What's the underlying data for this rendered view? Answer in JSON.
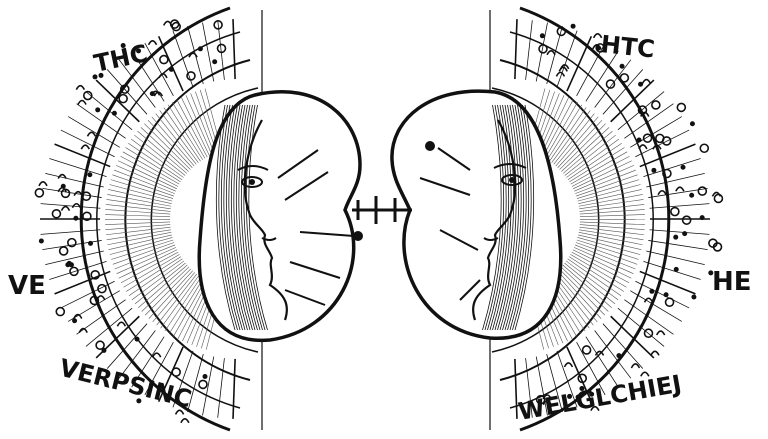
{
  "labels": {
    "left_top": "THC",
    "left_mid": "VE",
    "left_bottom": "VERPSINC",
    "right_top": "HTC",
    "right_mid": "HE",
    "right_bottom": "WELGLCHIEJ",
    "center_glyph": "H"
  },
  "palette": {
    "ink": "#111111",
    "paper": "#ffffff",
    "hatch": "#555555"
  }
}
